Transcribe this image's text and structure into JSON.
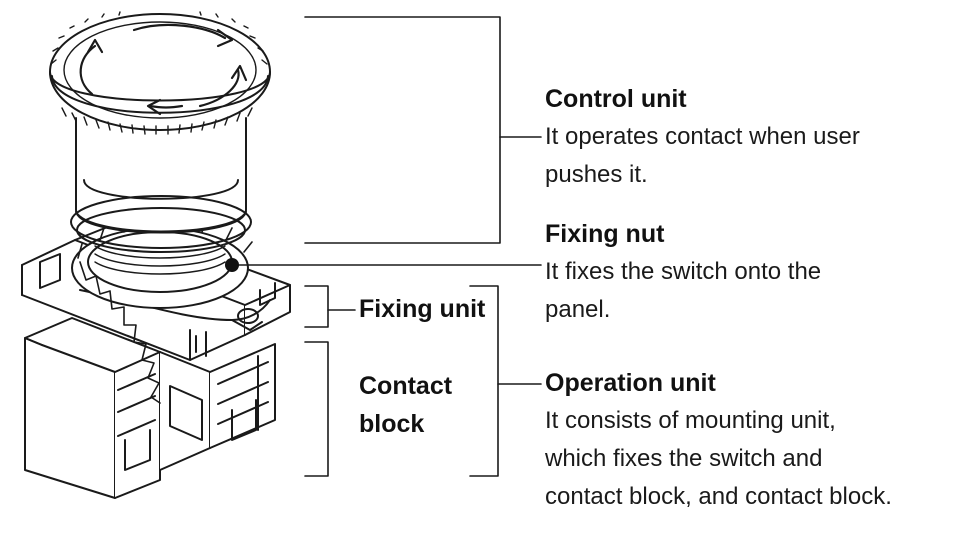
{
  "labels": {
    "control_unit": {
      "title": "Control unit",
      "desc_line1": "It operates contact when user",
      "desc_line2": "pushes it."
    },
    "fixing_nut": {
      "title": "Fixing nut",
      "desc_line1": "It fixes the switch onto the",
      "desc_line2": "panel."
    },
    "fixing_unit": {
      "title": "Fixing unit"
    },
    "contact_block": {
      "title_line1": "Contact",
      "title_line2": "block"
    },
    "operation_unit": {
      "title": "Operation unit",
      "desc_line1": "It consists of mounting unit,",
      "desc_line2": "which fixes the switch and",
      "desc_line3": "contact block, and contact block."
    }
  },
  "colors": {
    "line": "#1a1a1a",
    "background": "#ffffff"
  }
}
